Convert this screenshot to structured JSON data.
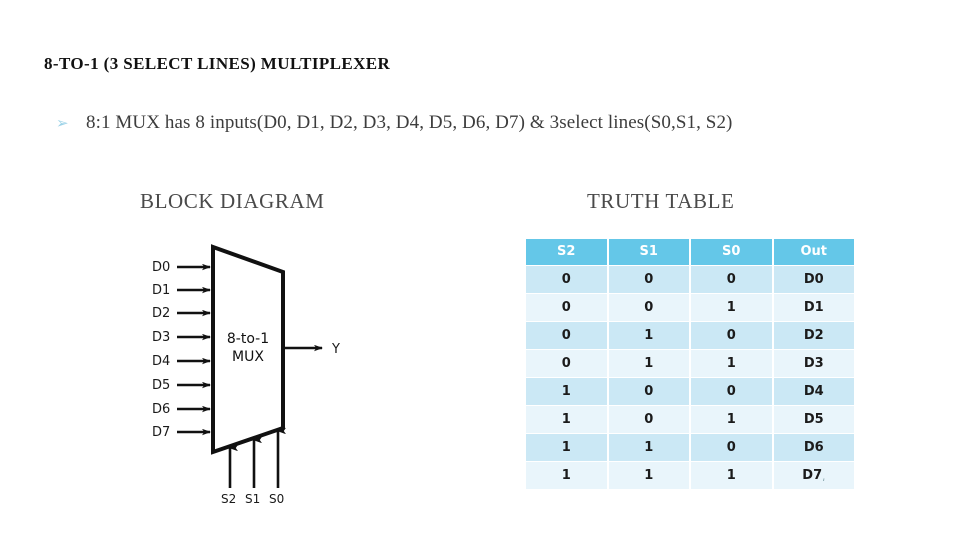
{
  "slide": {
    "title": "8-TO-1 (3 SELECT LINES) MULTIPLEXER",
    "bullet_marker": "➢",
    "bullet_text": "8:1 MUX has 8 inputs(D0, D1, D2, D3, D4, D5, D6, D7) & 3select lines(S0,S1, S2)"
  },
  "headings": {
    "block_diagram": "BLOCK DIAGRAM",
    "truth_table": "TRUTH TABLE"
  },
  "block_diagram": {
    "box_label_line1": "8-to-1",
    "box_label_line2": "MUX",
    "inputs": [
      "D0",
      "D1",
      "D2",
      "D3",
      "D4",
      "D5",
      "D6",
      "D7"
    ],
    "output": "Y",
    "selects": [
      "S2",
      "S1",
      "S0"
    ]
  },
  "truth_table": {
    "columns": [
      "S2",
      "S1",
      "S0",
      "Out"
    ],
    "rows": [
      [
        "0",
        "0",
        "0",
        "D0"
      ],
      [
        "0",
        "0",
        "1",
        "D1"
      ],
      [
        "0",
        "1",
        "0",
        "D2"
      ],
      [
        "0",
        "1",
        "1",
        "D3"
      ],
      [
        "1",
        "0",
        "0",
        "D4"
      ],
      [
        "1",
        "0",
        "1",
        "D5"
      ],
      [
        "1",
        "1",
        "0",
        "D6"
      ],
      [
        "1",
        "1",
        "1",
        "D7"
      ]
    ],
    "trailing_artifact": "͵"
  },
  "colors": {
    "header_blue": "#64c7e8",
    "row_odd": "#cbe8f5",
    "row_even": "#e9f5fb",
    "bullet_blue": "#9dd3e8",
    "heading_gray": "#4a4a4a"
  }
}
